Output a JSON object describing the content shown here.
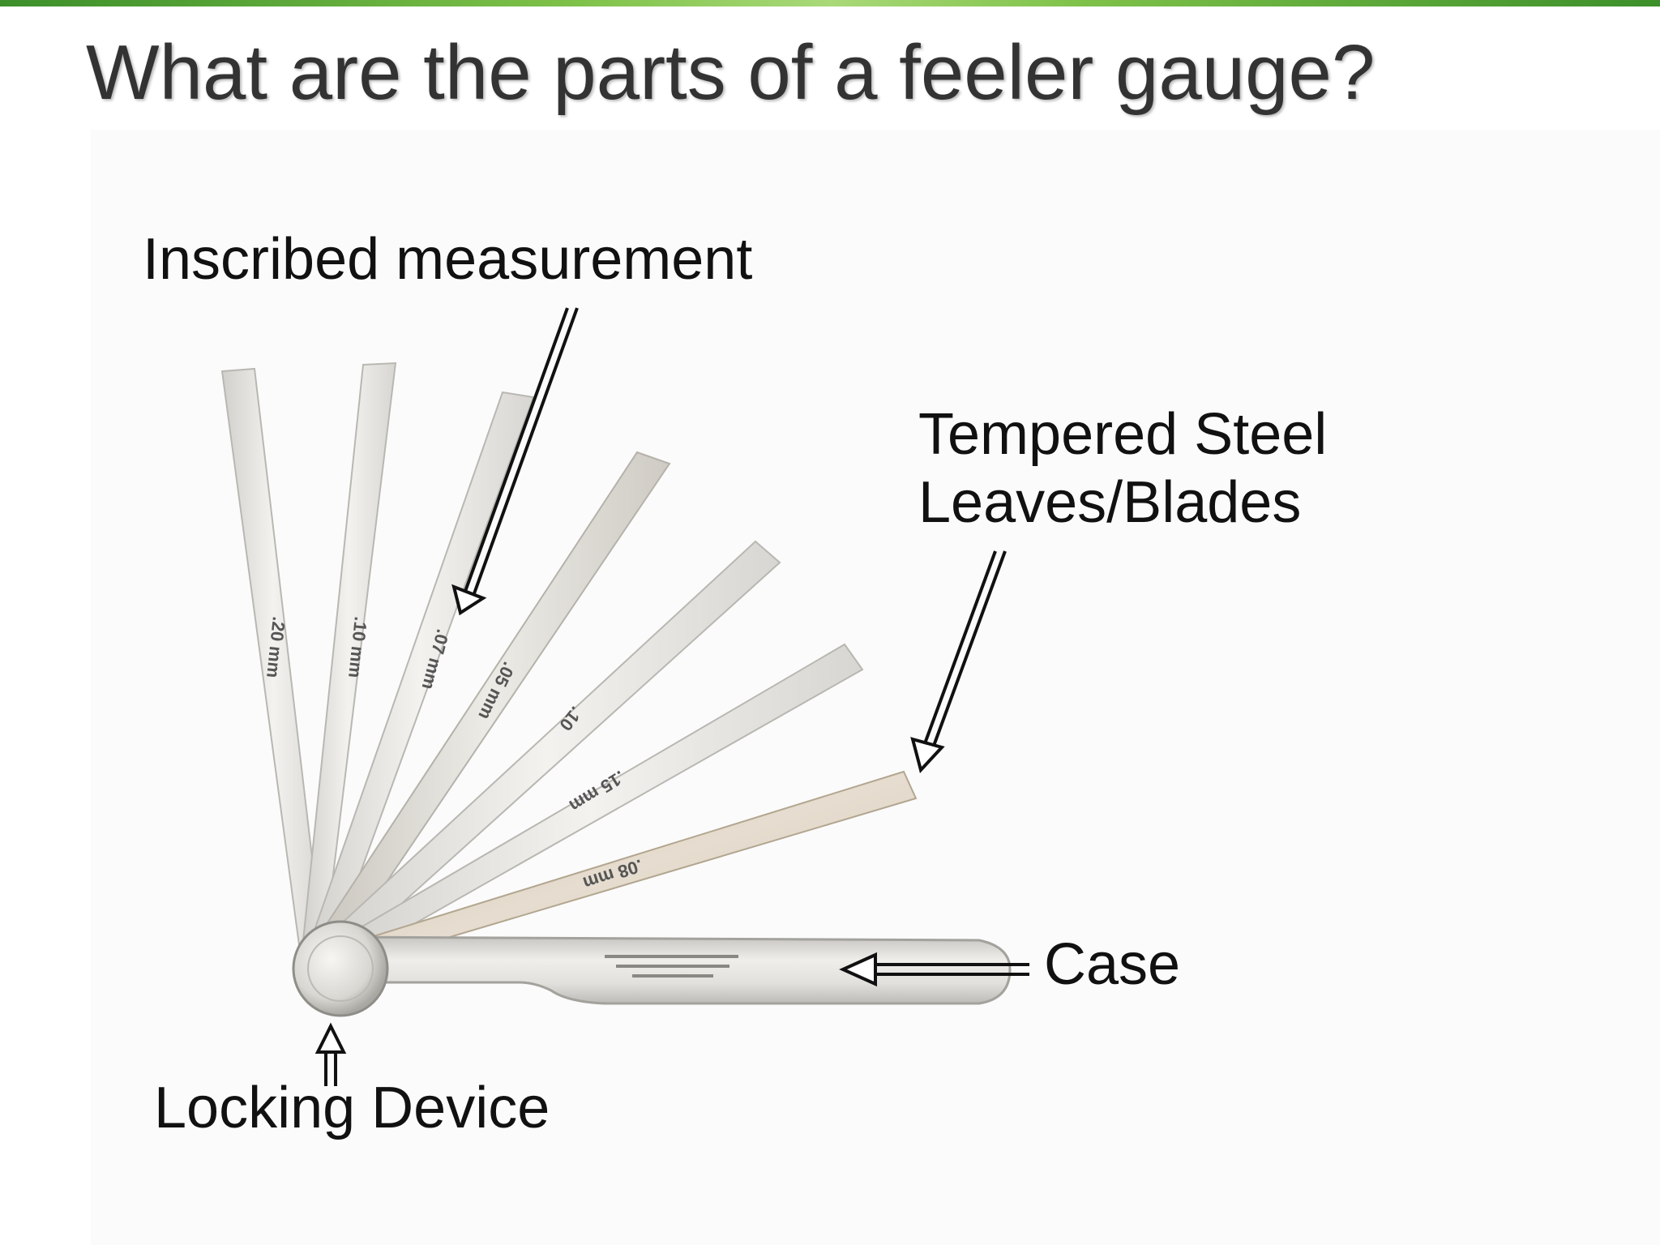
{
  "slide": {
    "title": "What are the parts of a feeler gauge?"
  },
  "diagram": {
    "labels": {
      "inscribed_measurement": "Inscribed measurement",
      "tempered_steel_line1": "Tempered Steel",
      "tempered_steel_line2": "Leaves/Blades",
      "case": "Case",
      "locking_device": "Locking Device"
    },
    "blade_markings": [
      ".20 mm",
      ".10 mm",
      ".07 mm",
      ".05 mm",
      ".10",
      ".15 mm",
      ".08 mm"
    ]
  },
  "colors": {
    "accent_bar": "#5aa83a",
    "title_text": "#333333",
    "blade_steel": "#e6e4e0",
    "case_steel": "#dcdad6"
  }
}
